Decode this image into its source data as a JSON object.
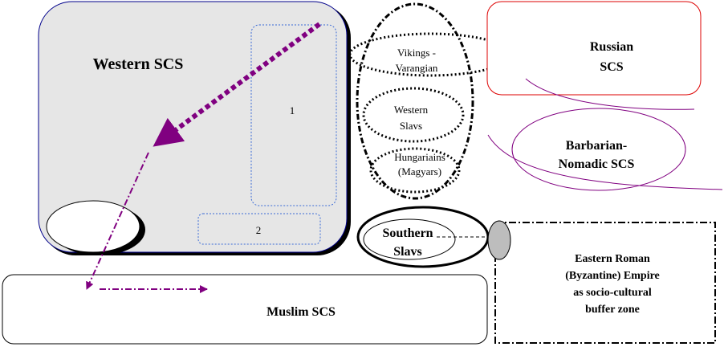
{
  "colors": {
    "western_fill": "#e6e6e6",
    "western_border": "#00008b",
    "dotted_blue": "#3b6bd6",
    "arrow_purple": "#800080",
    "russian_border": "#dd0000",
    "barbarian_border": "#800080",
    "connector_grey": "#bdbdbd"
  },
  "western": {
    "title": "Western SCS",
    "region_1": "1",
    "region_2": "2"
  },
  "russian": {
    "line1": "Russian",
    "line2": "SCS"
  },
  "barbarian": {
    "line1": "Barbarian-",
    "line2": "Nomadic SCS"
  },
  "muslim": {
    "title": "Muslim SCS"
  },
  "middle": {
    "vikings_line1": "Vikings -",
    "vikings_line2": "Varangian",
    "western_slavs_line1": "Western",
    "western_slavs_line2": "Slavs",
    "hungarians_line1": "Hungariains",
    "hungarians_line2": "(Magyars)"
  },
  "southern": {
    "line1": "Southern",
    "line2": "Slavs"
  },
  "byzantine": {
    "line1": "Eastern Roman",
    "line2": "(Byzantine) Empire",
    "line3": "as socio-cultural",
    "line4": "buffer zone"
  }
}
